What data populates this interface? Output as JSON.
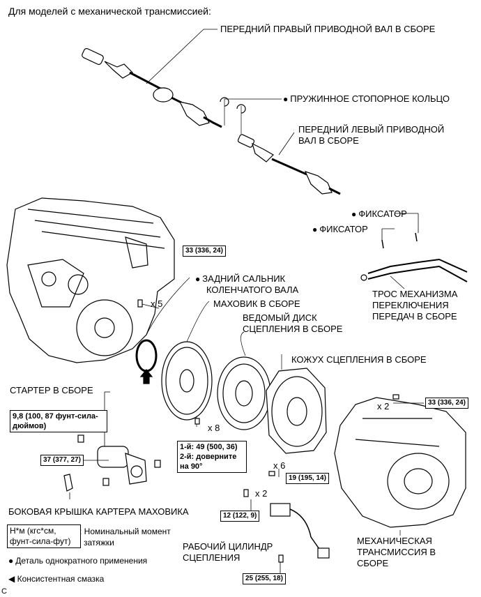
{
  "header": "Для моделей с механической трансмиссией:",
  "labels": {
    "front_right_shaft": "ПЕРЕДНИЙ ПРАВЫЙ ПРИВОДНОЙ ВАЛ В СБОРЕ",
    "snap_ring": "ПРУЖИННОЕ СТОПОРНОЕ КОЛЬЦО",
    "front_left_shaft_1": "ПЕРЕДНИЙ ЛЕВЫЙ ПРИВОДНОЙ",
    "front_left_shaft_2": "ВАЛ В СБОРЕ",
    "clip_1": "ФИКСАТОР",
    "clip_2": "ФИКСАТОР",
    "cable_1": "ТРОС МЕХАНИЗМА",
    "cable_2": "ПЕРЕКЛЮЧЕНИЯ",
    "cable_3": "ПЕРЕДАЧ В СБОРЕ",
    "oil_seal_1": "ЗАДНИЙ САЛЬНИК",
    "oil_seal_2": "КОЛЕНЧАТОГО ВАЛА",
    "flywheel": "МАХОВИК В СБОРЕ",
    "disc_1": "ВЕДОМЫЙ ДИСК",
    "disc_2": "СЦЕПЛЕНИЯ В СБОРЕ",
    "cover": "КОЖУХ СЦЕПЛЕНИЯ В СБОРЕ",
    "starter": "СТАРТЕР В СБОРЕ",
    "side_cover": "БОКОВАЯ КРЫШКА КАРТЕРА МАХОВИКА",
    "release_cyl_1": "РАБОЧИЙ ЦИЛИНДР",
    "release_cyl_2": "СЦЕПЛЕНИЯ",
    "transmission_1": "МЕХАНИЧЕСКАЯ",
    "transmission_2": "ТРАНСМИССИЯ В",
    "transmission_3": "СБОРЕ"
  },
  "torques": {
    "engine_top": "33 (336, 24)",
    "trans_top": "33 (336, 24)",
    "starter_small_1": "9,8 (100, 87 фунт-сила-",
    "starter_small_2": "дюймов)",
    "starter": "37 (377, 27)",
    "flywheel_1": "1-й: 49 (500, 36)",
    "flywheel_2": "2-й: доверните",
    "flywheel_3": "на 90°",
    "cover": "19 (195, 14)",
    "release_cyl": "12 (122, 9)",
    "bracket": "25 (255, 18)"
  },
  "counts": {
    "x5": "x 5",
    "x8": "x 8",
    "x2_cover": "x 2",
    "x6": "x 6",
    "x2_cyl": "x 2"
  },
  "legend": {
    "unit_1": "Н*м (кгс*см,",
    "unit_2": "фунт-сила-фут)",
    "torque_desc_1": ": Номинальный момент",
    "torque_desc_2": "затяжки",
    "nonreusable": "Деталь однократного применения",
    "grease": "Консистентная смазка"
  },
  "corner_mark": "C"
}
